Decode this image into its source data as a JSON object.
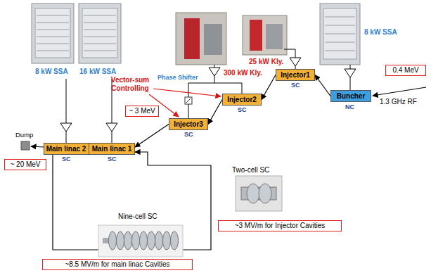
{
  "diagram": {
    "nodes": [
      {
        "text": [
          "0.4 MeV"
        ]
      },
      {
        "text": [
          "Buncher"
        ]
      },
      {
        "text": [
          "Injector1"
        ]
      },
      {
        "text": [
          "Injector2"
        ]
      },
      {
        "text": [
          "Injector3"
        ]
      },
      {
        "text": [
          "~ 3 MeV"
        ]
      },
      {
        "text": [
          "Main linac 2"
        ]
      },
      {
        "text": [
          "Main linac 1"
        ]
      },
      {
        "text": [
          "~ 20 MeV"
        ]
      },
      {
        "text": [
          "~3 MV/m for Injector Cavities"
        ]
      },
      {
        "text": [
          "~8.5 MV/m for main linac Cavities"
        ]
      }
    ],
    "edges": [
      {
        "from": 1,
        "to": 2,
        "arrow": "to"
      },
      {
        "from": 2,
        "to": 3,
        "arrow": "to"
      },
      {
        "from": 3,
        "to": 4,
        "arrow": "to"
      },
      {
        "from": 4,
        "to": 7,
        "arrow": "to"
      },
      {
        "from": 6,
        "to": 7,
        "arrow": "to"
      }
    ],
    "labels": [
      "1.3 GHz RF",
      "8 kW SSA",
      "NC",
      "25 kW Kly.",
      "300 kW Kly.",
      "Phase Shifter",
      "Vector-sum Controlling",
      "SC",
      "SC",
      "SC",
      "8 kW SSA",
      "16 kW SSA",
      "Dump",
      "SC",
      "SC",
      "Two-cell SC",
      "Nine-cell SC"
    ]
  }
}
